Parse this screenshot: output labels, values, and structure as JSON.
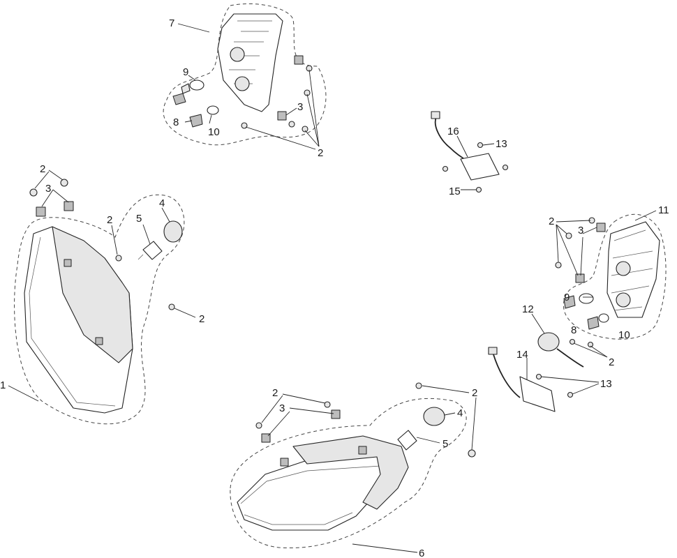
{
  "callouts": {
    "n1": "1",
    "n2": "2",
    "n3": "3",
    "n4": "4",
    "n5": "5",
    "n6": "6",
    "n7": "7",
    "n8": "8",
    "n9": "9",
    "n10": "10",
    "n11": "11",
    "n12": "12",
    "n13": "13",
    "n14": "14",
    "n15": "15",
    "n16": "16"
  }
}
